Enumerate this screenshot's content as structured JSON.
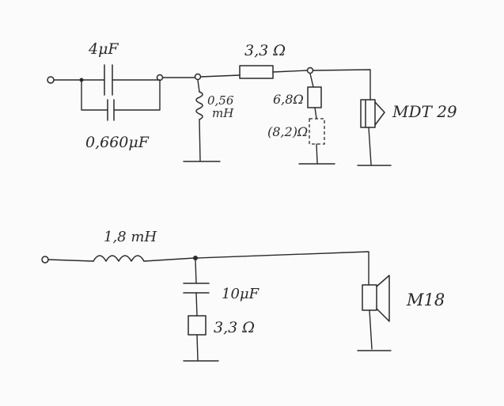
{
  "circuit_top": {
    "capacitor_large": "4μF",
    "capacitor_small": "0,660μF",
    "inductor_value": "0,56",
    "inductor_unit": "mH",
    "resistor_series": "3,3 Ω",
    "resistor_shunt": "6,8Ω",
    "resistor_alt": "(8,2)Ω",
    "driver": "MDT 29"
  },
  "circuit_bottom": {
    "inductor": "1,8 mH",
    "capacitor": "10μF",
    "resistor": "3,3 Ω",
    "driver": "M18"
  },
  "style": {
    "ink": "#2a2a2a",
    "paper": "#fbfbfb"
  }
}
